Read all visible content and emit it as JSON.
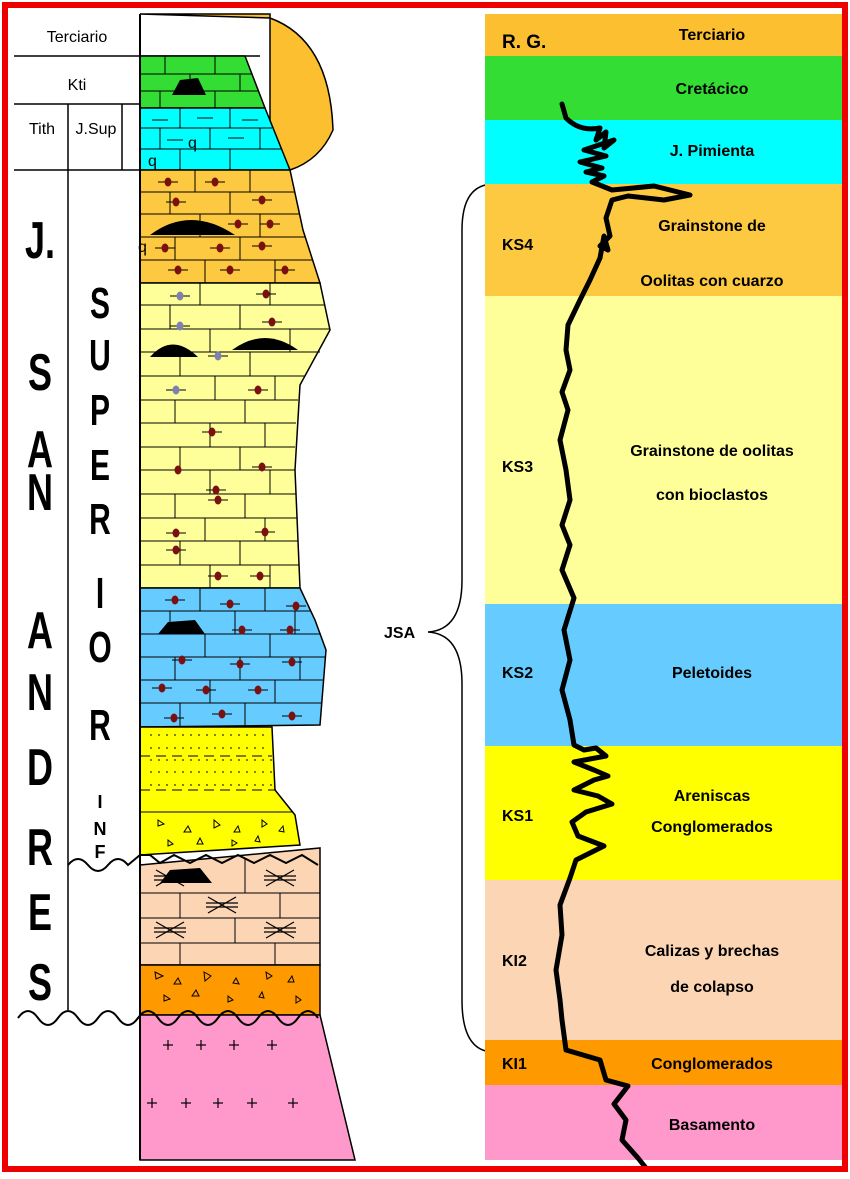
{
  "left_column": {
    "units": {
      "terciario": "Terciario",
      "kti": "Kti",
      "tith": "Tith",
      "jsup": "J.Sup"
    },
    "formation_letters": [
      "J.",
      "S",
      "A",
      "N",
      "A",
      "N",
      "D",
      "R",
      "E",
      "S"
    ],
    "superior_letters": [
      "S",
      "U",
      "P",
      "E",
      "R",
      "I",
      "O",
      "R"
    ],
    "inf_letters": [
      "I",
      "N",
      "F"
    ],
    "quartz_symbol": "q"
  },
  "brace": {
    "label": "JSA"
  },
  "right_column": {
    "header": "R. G.",
    "bands": [
      {
        "code": "",
        "lines": [
          "Terciario"
        ],
        "color": "#fbbf2f"
      },
      {
        "code": "",
        "lines": [
          "Cretácico"
        ],
        "color": "#33dd33"
      },
      {
        "code": "",
        "lines": [
          "J. Pimienta"
        ],
        "color": "#00ffff"
      },
      {
        "code": "KS4",
        "lines": [
          "Grainstone de",
          "Oolitas con cuarzo"
        ],
        "color": "#fcc940"
      },
      {
        "code": "KS3",
        "lines": [
          "Grainstone de oolitas",
          "con bioclastos"
        ],
        "color": "#ffff99"
      },
      {
        "code": "KS2",
        "lines": [
          "Peletoides"
        ],
        "color": "#66ccff"
      },
      {
        "code": "KS1",
        "lines": [
          "Areniscas",
          "Conglomerados"
        ],
        "color": "#ffff00"
      },
      {
        "code": "KI2",
        "lines": [
          "Calizas y brechas",
          "de colapso"
        ],
        "color": "#fcd5b4"
      },
      {
        "code": "KI1",
        "lines": [
          "Conglomerados"
        ],
        "color": "#ff9900"
      },
      {
        "code": "",
        "lines": [
          "Basamento"
        ],
        "color": "#ff99cc"
      }
    ]
  },
  "colors": {
    "frame": "#ee0000",
    "terciario": "#fbbf2f",
    "kti": "#33dd33",
    "tith": "#00ffff",
    "ks4": "#fcc940",
    "ks3": "#ffff99",
    "ks2": "#66ccff",
    "ks1": "#ffff00",
    "ki2": "#fcd5b4",
    "ki1": "#ff9900",
    "basement": "#ff99cc",
    "grain": "#7a1010",
    "grain_grey": "#8080b0"
  }
}
